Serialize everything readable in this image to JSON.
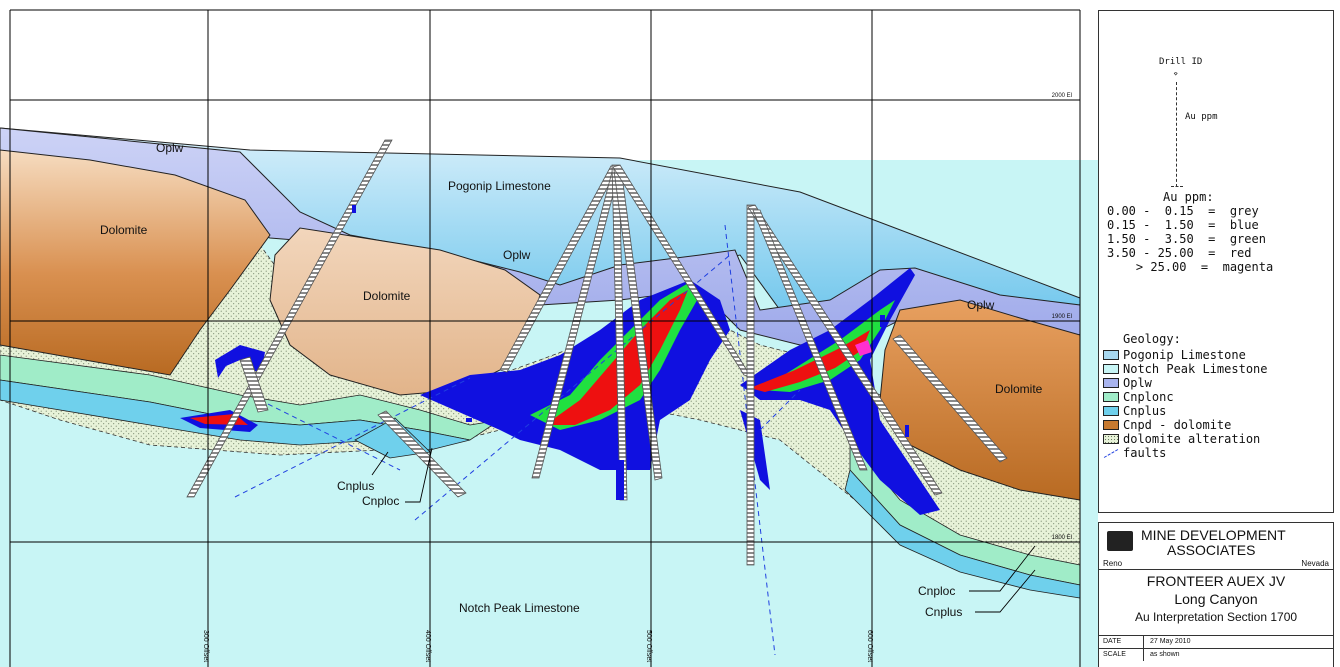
{
  "section": {
    "elevations": [
      "2000 El",
      "1900 El",
      "1800 El"
    ],
    "offsets": [
      "300 Offset",
      "400 Offset",
      "500 Offset",
      "600 Offset"
    ],
    "units": {
      "pogonip": "Pogonip Limestone",
      "notch_peak": "Notch Peak Limestone",
      "oplw_1": "Oplw",
      "oplw_2": "Oplw",
      "oplw_3": "Oplw",
      "dolomite_1": "Dolomite",
      "dolomite_2": "Dolomite",
      "dolomite_3": "Dolomite",
      "cnplus_1": "Cnplus",
      "cnploc_1": "Cnploc",
      "cnploc_2": "Cnploc",
      "cnplus_2": "Cnplus"
    }
  },
  "legend": {
    "drill_id": "Drill ID",
    "au_ppm_axis": "Au ppm",
    "au_title": "Au ppm:",
    "au_ranges": [
      {
        "range": "0.00 -  0.15",
        "color": "grey"
      },
      {
        "range": "0.15 -  1.50",
        "color": "blue"
      },
      {
        "range": "1.50 -  3.50",
        "color": "green"
      },
      {
        "range": "3.50 - 25.00",
        "color": "red"
      },
      {
        "range": "    > 25.00",
        "color": "magenta"
      }
    ],
    "geology_title": "Geology:",
    "geology": [
      {
        "label": "Pogonip Limestone",
        "swatch": "#a8d8f0"
      },
      {
        "label": "Notch Peak Limestone",
        "swatch": "#c8f5f5"
      },
      {
        "label": "Oplw",
        "swatch": "#a9b4ee"
      },
      {
        "label": "Cnplonc",
        "swatch": "#a0ecc8"
      },
      {
        "label": "Cnplus",
        "swatch": "#6fd0ec"
      },
      {
        "label": "Cnpd - dolomite",
        "swatch": "#c87a30"
      },
      {
        "label": "dolomite alteration",
        "swatch": "#e7f2d8"
      }
    ],
    "faults": "faults"
  },
  "title_block": {
    "company_line1": "MINE DEVELOPMENT",
    "company_line2": "ASSOCIATES",
    "city": "Reno",
    "state": "Nevada",
    "project": "FRONTEER AUEX JV",
    "area": "Long Canyon",
    "subtitle": "Au Interpretation Section 1700",
    "date_label": "DATE",
    "date_value": "27 May 2010",
    "scale_label": "SCALE",
    "scale_value": "as shown"
  },
  "colors": {
    "notch_peak": "#c8f5f5",
    "pogonip": "#a8d8f0",
    "oplw": "#a9b4ee",
    "dolomite": "#c87a30",
    "alteration": "#e7f2d8",
    "cnplonc": "#a0ecc8",
    "cnplus": "#6fd0ec",
    "blue": "#1010e0",
    "green": "#20e040",
    "red": "#ee1010",
    "magenta": "#ff30d0",
    "grey": "#888888"
  }
}
